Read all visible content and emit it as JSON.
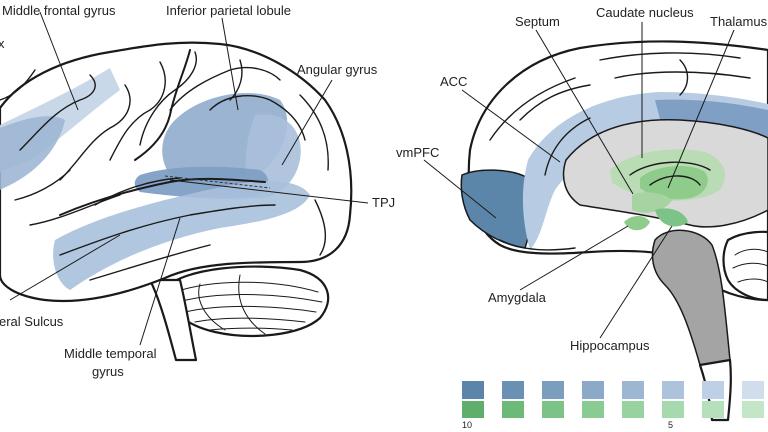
{
  "lateral_view": {
    "labels": {
      "cortex_partial": "x",
      "middle_frontal_gyrus": "Middle frontal gyrus",
      "inferior_parietal_lobule": "Inferior parietal lobule",
      "angular_gyrus": "Angular gyrus",
      "tpj": "TPJ",
      "lateral_sulcus_partial": "eral Sulcus",
      "middle_temporal_gyrus_line1": "Middle temporal",
      "middle_temporal_gyrus_line2": "gyrus"
    }
  },
  "medial_view": {
    "labels": {
      "septum": "Septum",
      "caudate_nucleus": "Caudate nucleus",
      "thalamus": "Thalamus",
      "acc": "ACC",
      "vmpfc": "vmPFC",
      "amygdala": "Amygdala",
      "hippocampus": "Hippocampus"
    }
  },
  "scale": {
    "tick_labels": [
      "10",
      "5"
    ],
    "colors": {
      "blue": [
        "#5b86aa",
        "#6a91b4",
        "#7b9ebf",
        "#8caac8",
        "#9db6d2",
        "#adc3dc",
        "#bed0e5",
        "#cfdded"
      ],
      "green": [
        "#5fae6c",
        "#6cb978",
        "#7bc387",
        "#8acb93",
        "#99d2a1",
        "#a7d9ae",
        "#b6e0bb",
        "#c3e6c7"
      ]
    }
  }
}
